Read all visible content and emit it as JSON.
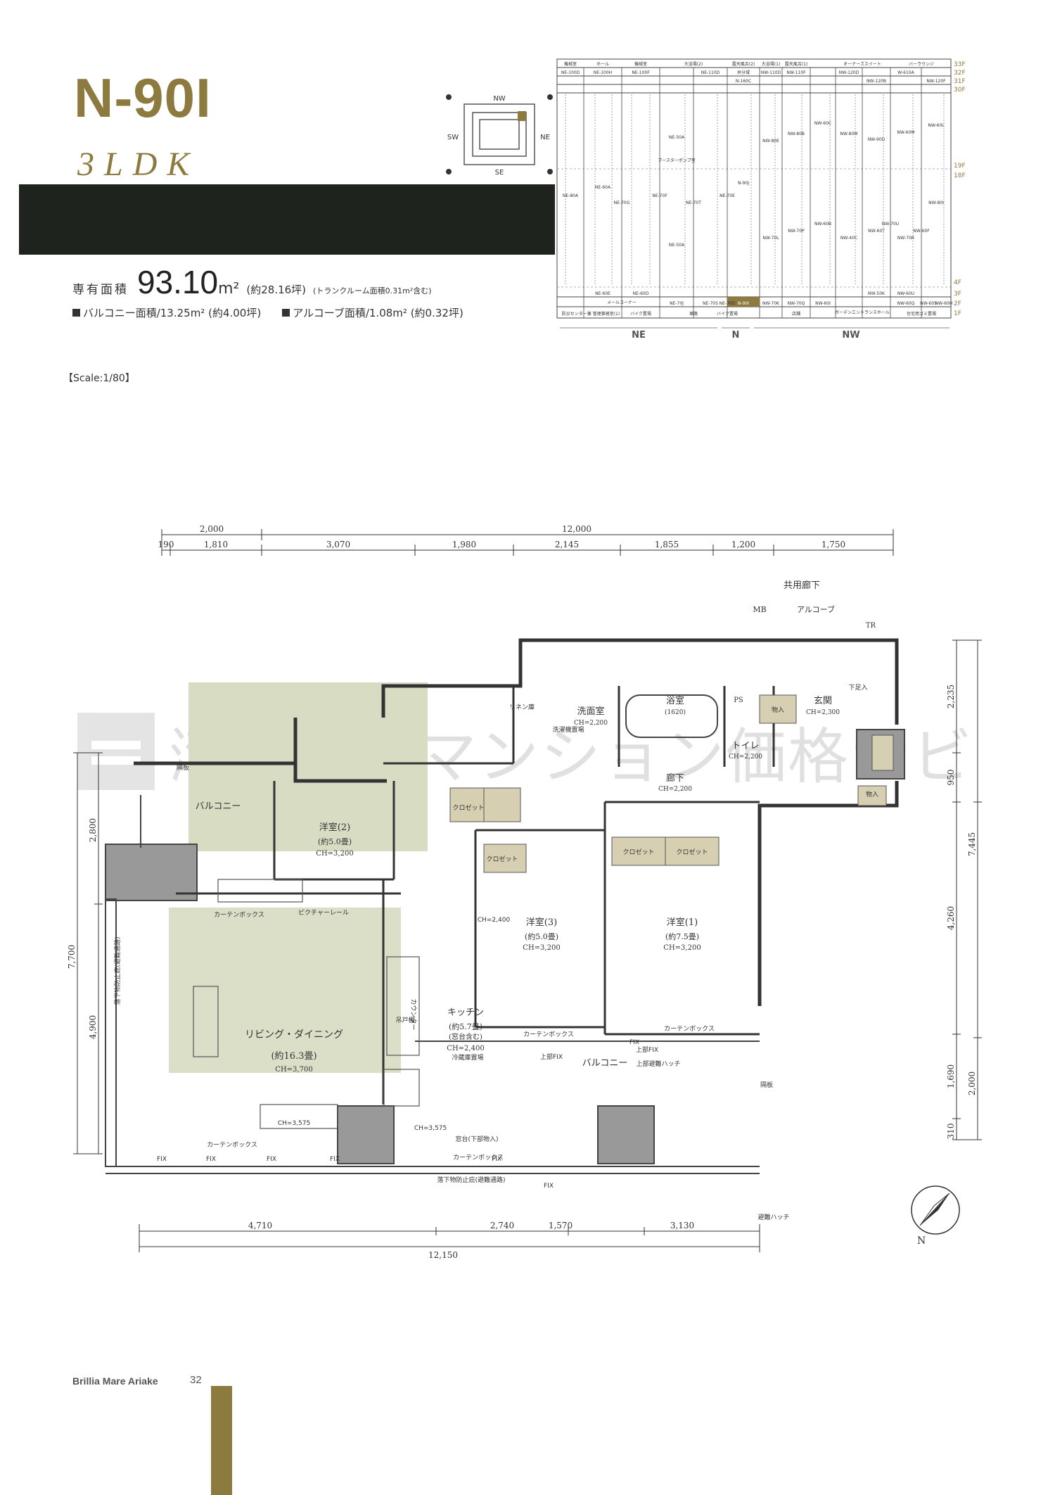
{
  "unit": {
    "name": "N-90I",
    "type": "3LDK"
  },
  "area": {
    "label": "専有面積",
    "value": "93.10",
    "unit": "m²",
    "tsubo": "(約28.16坪)",
    "note": "(トランクルーム面積0.31m²含む)",
    "balcony": "バルコニー面積/13.25m² (約4.00坪)",
    "alcove": "アルコーブ面積/1.08m² (約0.32坪)"
  },
  "scale": "【Scale:1/80】",
  "key_plan": {
    "labels": [
      "NW",
      "NE",
      "SE",
      "SW"
    ]
  },
  "stack": {
    "floors": [
      "33F",
      "32F",
      "31F",
      "30F",
      "19F",
      "18F",
      "4F",
      "3F",
      "2F",
      "1F"
    ],
    "top_sections": [
      "機械室",
      "ホール",
      "機械室",
      "大浴場(2)",
      "露天風呂(2)",
      "大浴場(1)",
      "露天風呂(1)",
      "オーナーズスイート",
      "バーラウンジ"
    ],
    "sections_row2": [
      "NE-100D",
      "NE-100H",
      "NE-100F",
      "NE-110D",
      "井分域",
      "NW-110D",
      "NW-110F",
      "NW-120D",
      "W-610A"
    ],
    "sections_row3": [
      "N-160C",
      "NW-120B",
      "NW-120F"
    ],
    "mid_units_top": [
      "NE-50A",
      "ブースターポンプ室",
      "NW-80E",
      "NW-80B",
      "NW-60C",
      "NW-80M",
      "NW-90D",
      "NW-60M",
      "NW-60L"
    ],
    "mid_units": [
      "NE-80A",
      "NE-60A",
      "NE-70G",
      "NE-70F",
      "NE-70T",
      "NE-70E",
      "N-90J",
      "NW-70L",
      "NW-70P",
      "NW-60B",
      "NW-40C",
      "NW-60T",
      "NW-70U",
      "NW-70R",
      "NW-60F",
      "NW-80I",
      "NE-50A"
    ],
    "row_3f": [
      "NE-60E",
      "NE-60D",
      "NW-50K",
      "NW-60U"
    ],
    "row_3f_label": "メールコーナー",
    "row_2f": [
      "NE-70J",
      "NE-70S",
      "NE-70D",
      "N-90I",
      "NW-70K",
      "NW-70Q",
      "NW-60I",
      "NW-60Q",
      "NW-60S",
      "NW-60H"
    ],
    "row_2f_label": "ガーデンエントランスホール",
    "row_1f": [
      "防災センター兼 管理事務室(1)",
      "バイク置場",
      "車路",
      "バイク置場",
      "店舗",
      "住宅用ゴミ置場"
    ],
    "zones": [
      "NE",
      "N",
      "NW"
    ]
  },
  "plan": {
    "top_total": "12,000",
    "top_dims": [
      "190",
      "1,810",
      "3,070",
      "1,980",
      "2,145",
      "1,855",
      "1,200",
      "1,750"
    ],
    "top_sub": "2,000",
    "bottom_total": "12,150",
    "bottom_dims": [
      "4,710",
      "2,740",
      "1,570",
      "3,130"
    ],
    "left_total": "7,700",
    "left_dims": [
      "2,800",
      "4,900"
    ],
    "right_dims": [
      "2,235",
      "950",
      "7,445",
      "4,260",
      "1,690",
      "2,000",
      "310"
    ],
    "rooms": {
      "living": "リビング・ダイニング",
      "living_size": "(約16.3畳)",
      "living_ch": "CH=3,700",
      "kitchen": "キッチン",
      "kitchen_size": "(約5.7畳)",
      "kitchen_note": "(窓台含む)",
      "kitchen_ch": "CH=2,400",
      "w1": "洋室(1)",
      "w1_size": "(約7.5畳)",
      "w1_ch": "CH=3,200",
      "w2": "洋室(2)",
      "w2_size": "(約5.0畳)",
      "w2_ch": "CH=3,200",
      "w3": "洋室(3)",
      "w3_size": "(約5.0畳)",
      "w3_ch": "CH=3,200",
      "wash": "洗面室",
      "wash_ch": "CH=2,200",
      "bath": "浴室",
      "bath_size": "(1620)",
      "toilet": "トイレ",
      "toilet_ch": "CH=2,200",
      "entrance": "玄関",
      "entrance_ch": "CH=2,300",
      "hall": "廊下",
      "hall_ch": "CH=2,200",
      "balcony_w": "バルコニー",
      "balcony_s": "バルコニー",
      "common_corridor": "共用廊下",
      "alcove": "アルコーブ",
      "mb": "MB",
      "tr": "TR",
      "ps": "PS"
    },
    "labels": {
      "closet": "クロゼット",
      "storage": "物入",
      "curtain_box": "カーテンボックス",
      "picture_rail": "ピクチャーレール",
      "counter": "カウンター",
      "cupboard": "吊戸棚",
      "fridge": "冷蔵庫置場",
      "washer": "洗濯機置場",
      "linen": "リネン庫",
      "shoe": "下足入",
      "window_sill": "窓台(下部物入)",
      "fix": "FIX",
      "upper_fix": "上部FIX",
      "upper_hatch": "上部避難ハッチ",
      "hatch": "避難ハッチ",
      "partition": "隔板",
      "fall_guard_s": "落下物防止庇(避難通路)",
      "fall_guard_w": "落下物防止庇(避難通路)",
      "ch_2400": "CH=2,400",
      "ch_3575": "CH=3,575",
      "north": "N"
    }
  },
  "watermark": "湾岸中古マンション価格ナビ",
  "footer": {
    "brand": "Brillia Mare Ariake",
    "page": "32"
  }
}
